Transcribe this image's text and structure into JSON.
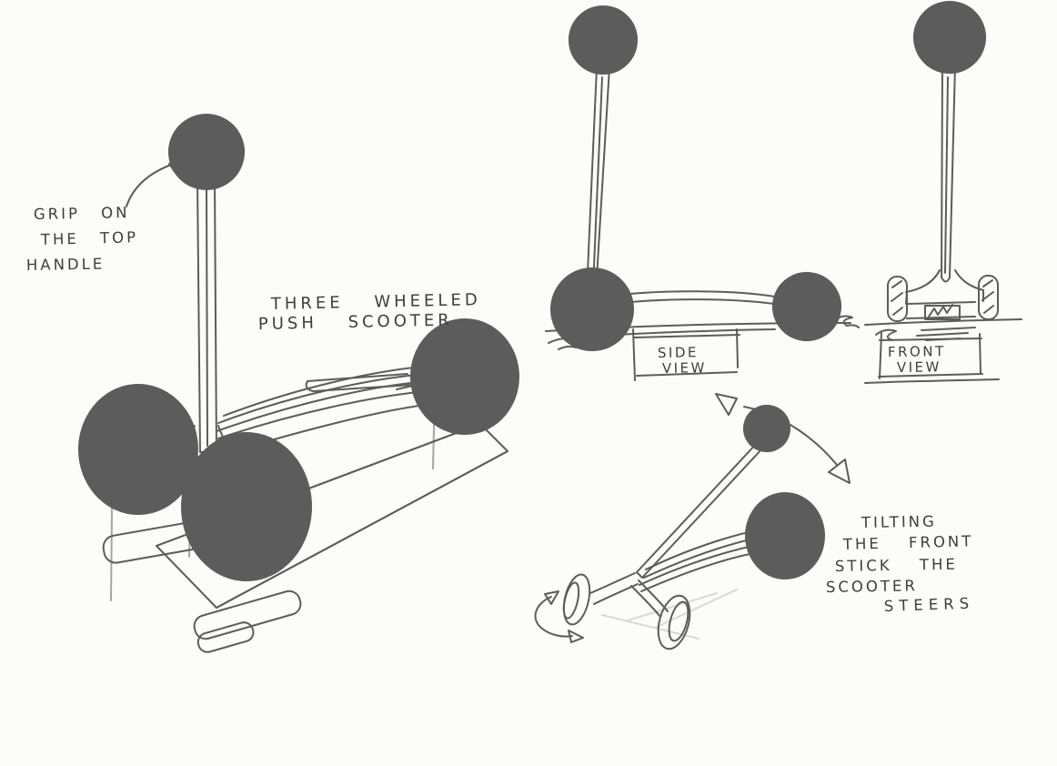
{
  "colors": {
    "paper": "#fcfcfa",
    "pencil": "#5c5c5c",
    "pencil_dark": "#454545",
    "pencil_light": "#979792",
    "text": "#3e3e3e"
  },
  "labels": {
    "grip_note": [
      "GRIP ON",
      "THE TOP",
      "HANDLE"
    ],
    "title": [
      "THREE WHEELED",
      "PUSH SCOOTER"
    ],
    "side_view": [
      "SIDE",
      "VIEW"
    ],
    "front_view": [
      "FRONT",
      "VIEW"
    ],
    "tilt_note": [
      "TILTING",
      "THE FRONT",
      "STICK THE",
      "SCOOTER",
      "STEERS"
    ]
  },
  "icons": [
    "curved-pointer-arrow-icon",
    "tilt-arc-double-arrow-icon",
    "steer-rotation-arrow-icon"
  ]
}
